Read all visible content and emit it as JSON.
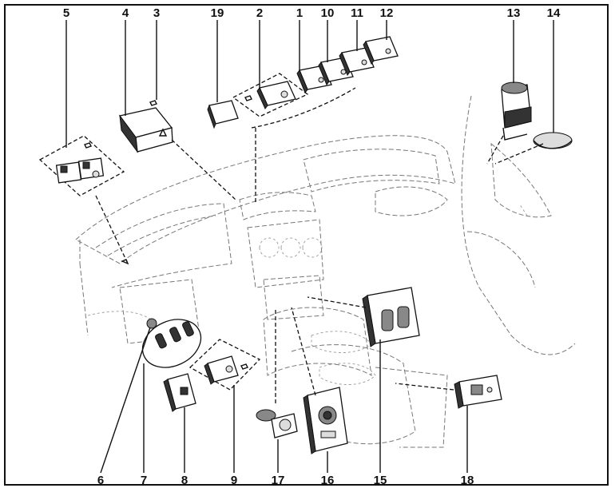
{
  "callouts": {
    "c1": "1",
    "c2": "2",
    "c3": "3",
    "c4": "4",
    "c5": "5",
    "c6": "6",
    "c7": "7",
    "c8": "8",
    "c9": "9",
    "c10": "10",
    "c11": "11",
    "c12": "12",
    "c13": "13",
    "c14": "14",
    "c15": "15",
    "c16": "16",
    "c17": "17",
    "c18": "18",
    "c19": "19"
  },
  "colors": {
    "ink": "#111111",
    "ghost": "#777777",
    "background": "#ffffff"
  }
}
